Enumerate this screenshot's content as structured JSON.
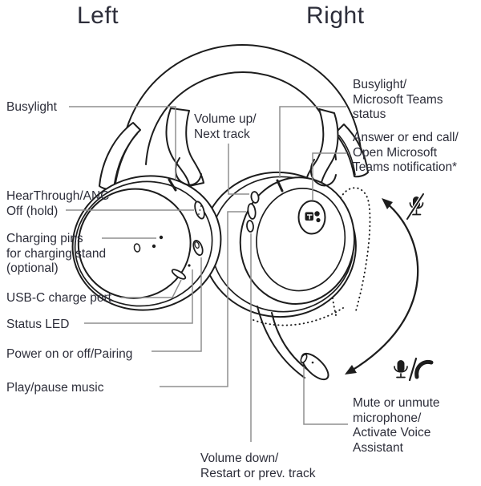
{
  "titles": {
    "left": "Left",
    "right": "Right"
  },
  "callouts": {
    "busylight_left": "Busylight",
    "volume_up": "Volume up/\nNext track",
    "busylight_right": "Busylight/\nMicrosoft Teams\nstatus",
    "answer_end_call": "Answer or end call/\nOpen Microsoft\nTeams notification*",
    "hearthrough": "HearThrough/ANC\nOff (hold)",
    "charging_pins": "Charging pins\nfor charging stand\n(optional)",
    "usb_c": "USB-C charge port",
    "status_led": "Status LED",
    "power": "Power on or off/Pairing",
    "play_pause": "Play/pause music",
    "volume_down": "Volume down/\nRestart or prev. track",
    "mute": "Mute or unmute\nmicrophone/\nActivate Voice\nAssistant"
  },
  "icons": {
    "mute_mic": "microphone-muted-icon",
    "mic": "microphone-icon",
    "phone": "phone-handset-icon",
    "teams_button": "microsoft-teams-logo",
    "rotation_arrow": "boom-arm-rotation-arrow"
  },
  "colors": {
    "line": "#1d1d1d",
    "leader": "#8f8f8f",
    "text": "#2d2e3a",
    "background": "#ffffff"
  }
}
